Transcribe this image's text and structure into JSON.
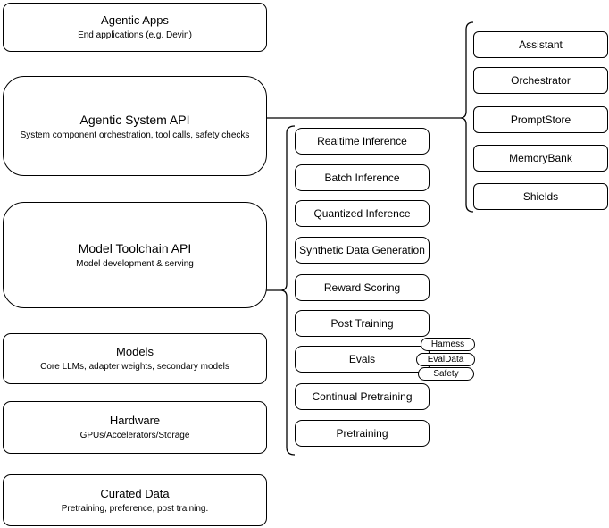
{
  "layers": [
    {
      "title": "Agentic Apps",
      "subtitle": "End applications (e.g. Devin)"
    },
    {
      "title": "Agentic System API",
      "subtitle": "System component orchestration, tool calls, safety checks"
    },
    {
      "title": "Model Toolchain API",
      "subtitle": "Model development & serving"
    },
    {
      "title": "Models",
      "subtitle": "Core LLMs, adapter weights, secondary models"
    },
    {
      "title": "Hardware",
      "subtitle": "GPUs/Accelerators/Storage"
    },
    {
      "title": "Curated Data",
      "subtitle": "Pretraining, preference, post training."
    }
  ],
  "toolchain_api_components": [
    "Realtime Inference",
    "Batch Inference",
    "Quantized Inference",
    "Synthetic Data Generation",
    "Reward Scoring",
    "Post Training",
    "Evals",
    "Continual Pretraining",
    "Pretraining"
  ],
  "evals_badges": [
    "Harness",
    "EvalData",
    "Safety"
  ],
  "system_api_components": [
    "Assistant",
    "Orchestrator",
    "PromptStore",
    "MemoryBank",
    "Shields"
  ],
  "colors": {
    "stroke": "#000000",
    "fill": "#ffffff",
    "text": "#000000",
    "background": "#ffffff"
  }
}
